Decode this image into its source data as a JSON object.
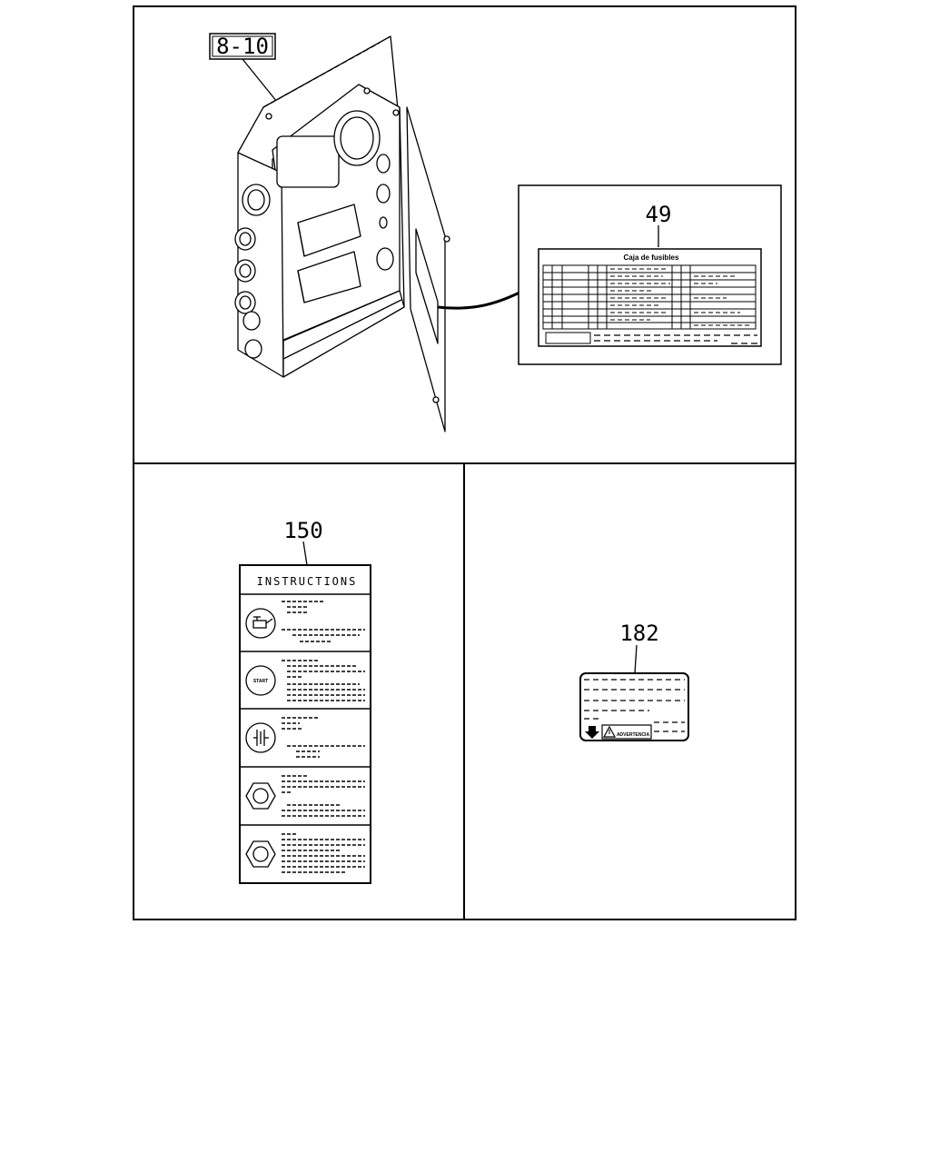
{
  "callouts": {
    "assembly_ref": "8-10",
    "fuse_label_part": "49",
    "instructions_label_part": "150",
    "warning_label_part": "182"
  },
  "fuse_label": {
    "title": "Caja de fusibles"
  },
  "instructions_label": {
    "title": "INSTRUCTIONS",
    "start_icon_text": "START"
  },
  "warning_label": {
    "badge_text": "ADVERTENCIA"
  }
}
